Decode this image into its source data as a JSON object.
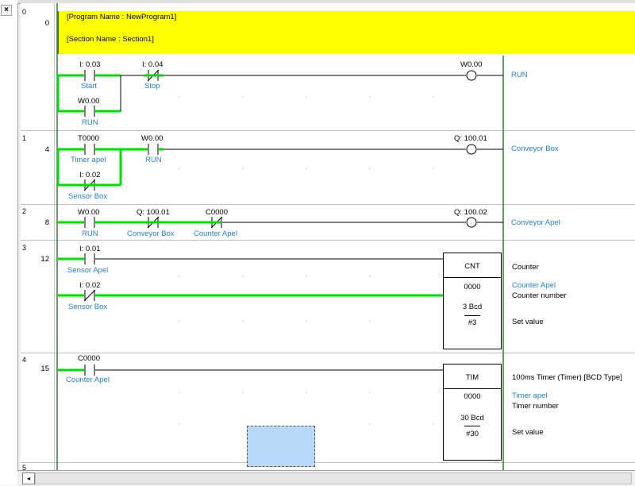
{
  "window": {
    "close_glyph": "×"
  },
  "rungs": [
    {
      "number": "0",
      "step": "0"
    },
    {
      "number": "1",
      "step": "4"
    },
    {
      "number": "2",
      "step": "8"
    },
    {
      "number": "3",
      "step": "12"
    },
    {
      "number": "4",
      "step": "15"
    },
    {
      "number": "5",
      "step": ""
    }
  ],
  "comment": {
    "program_name": "[Program Name : NewProgram1]",
    "section_name": "[Section Name : Section1]"
  },
  "rung0": {
    "c1_addr": "I: 0.03",
    "c1_sym": "Start",
    "c2_addr": "I: 0.04",
    "c2_sym": "Stop",
    "c3_addr": "W0.00",
    "c3_sym": "RUN",
    "out_addr": "W0.00",
    "out_sym": "RUN"
  },
  "rung1": {
    "c1_addr": "T0000",
    "c1_sym": "Timer apel",
    "c2_addr": "W0.00",
    "c2_sym": "RUN",
    "c3_addr": "I: 0.02",
    "c3_sym": "Sensor Box",
    "out_addr": "Q: 100.01",
    "out_sym": "Conveyor Box"
  },
  "rung2": {
    "c1_addr": "W0.00",
    "c1_sym": "RUN",
    "c2_addr": "Q: 100.01",
    "c2_sym": "Conveyor Box",
    "c3_addr": "C0000",
    "c3_sym": "Counter Apel",
    "out_addr": "Q: 100.02",
    "out_sym": "Conveyor Apel"
  },
  "rung3": {
    "c1_addr": "I: 0.01",
    "c1_sym": "Sensor Apel",
    "c2_addr": "I: 0.02",
    "c2_sym": "Sensor Box",
    "box_name": "CNT",
    "box_op1": "0000",
    "box_op2": "3 Bcd",
    "box_op3": "#3",
    "desc_title": "Counter",
    "desc_op1_sym": "Counter Apel",
    "desc_op1_label": "Counter number",
    "desc_op2_label": "Set value"
  },
  "rung4": {
    "c1_addr": "C0000",
    "c1_sym": "Counter Apel",
    "box_name": "TIM",
    "box_op1": "0000",
    "box_op2": "30 Bcd",
    "box_op3": "#30",
    "desc_title": "100ms Timer (Timer) [BCD Type]",
    "desc_op1_sym": "Timer apel",
    "desc_op1_label": "Timer number",
    "desc_op2_label": "Set value"
  },
  "colors": {
    "power_flow": "#00e000",
    "rail": "#2e7d32",
    "symbol": "#1e7fd9",
    "comment_bg": "#ffff00"
  },
  "scrollbar": {
    "left_arrow": "◂"
  }
}
